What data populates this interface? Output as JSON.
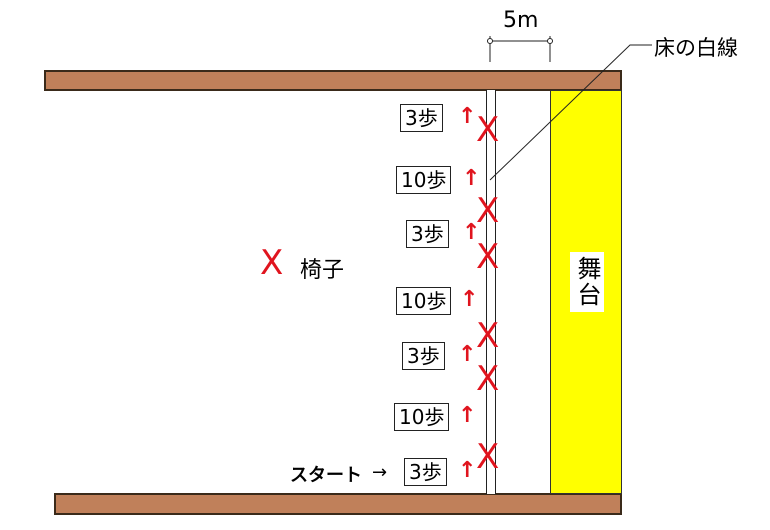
{
  "dimension_label": "5m",
  "floor_line_label": "床の白線",
  "stage_label": "舞台",
  "chair_legend_label": "椅子",
  "start_label": "スタート",
  "start_arrow": "→",
  "step_boxes": [
    {
      "label": "3歩"
    },
    {
      "label": "10歩"
    },
    {
      "label": "3歩"
    },
    {
      "label": "10歩"
    },
    {
      "label": "3歩"
    },
    {
      "label": "10歩"
    },
    {
      "label": "3歩"
    }
  ],
  "arrow_glyph": "↑",
  "chair_glyph": "X",
  "colors": {
    "wall": "#c0805a",
    "stage": "#ffff00",
    "chair_mark": "#e0141e",
    "arrow": "#e0141e"
  }
}
